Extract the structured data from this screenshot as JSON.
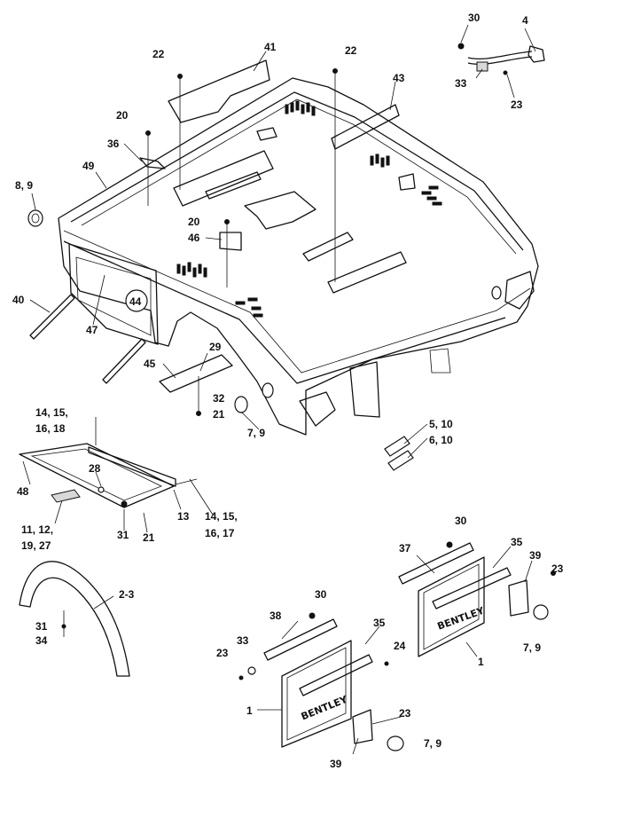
{
  "labels": {
    "l30a": "30",
    "l4": "4",
    "l33a": "33",
    "l23a": "23",
    "l22a": "22",
    "l41": "41",
    "l22b": "22",
    "l43": "43",
    "l20a": "20",
    "l36": "36",
    "l49": "49",
    "l89a": "8, 9",
    "l20b": "20",
    "l46": "46",
    "l40": "40",
    "l44": "44",
    "l47": "47",
    "l29": "29",
    "l45": "45",
    "l32": "32",
    "l21a": "21",
    "l79a": "7, 9",
    "l510": "5, 10",
    "l610": "6, 10",
    "l1415a": "14, 15,",
    "l1618": "16, 18",
    "l28": "28",
    "l48": "48",
    "l13": "13",
    "l1415b": "14, 15,",
    "l1617": "16, 17",
    "l1112": "11, 12,",
    "l1927": "19, 27",
    "l31a": "31",
    "l21b": "21",
    "l23": "2-3",
    "l31b": "31",
    "l34": "34",
    "l30b": "30",
    "l37": "37",
    "l35a": "35",
    "l39a": "39",
    "l23b": "23",
    "l1a": "1",
    "l79b": "7, 9",
    "l30c": "30",
    "l38": "38",
    "l33b": "33",
    "l23c": "23",
    "l35b": "35",
    "l24": "24",
    "l1b": "1",
    "l23d": "23",
    "l39b": "39",
    "l79c": "7, 9"
  },
  "mudflap_text": "BENTLEY"
}
